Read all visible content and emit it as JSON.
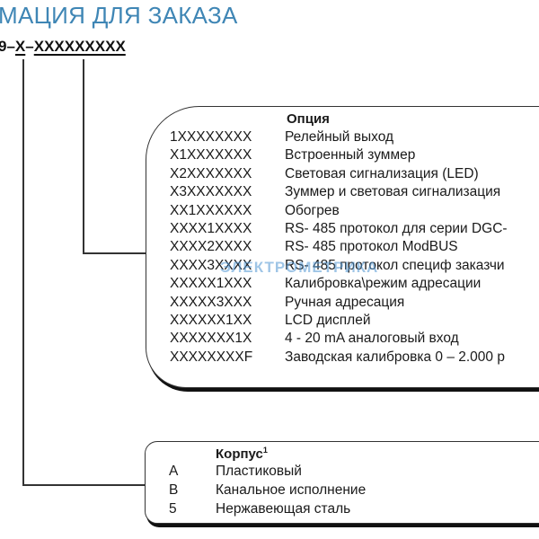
{
  "title": "МАЦИЯ ДЛЯ ЗАКАЗА",
  "code": {
    "prefix": "9–",
    "housing": "X",
    "sep": "–",
    "options": "XXXXXXXXX"
  },
  "options_box": {
    "header": "Опция",
    "rows": [
      {
        "code": "1XXXXXXXX",
        "desc": "Релейный выход"
      },
      {
        "code": "X1XXXXXXX",
        "desc": "Встроенный зуммер"
      },
      {
        "code": "X2XXXXXXX",
        "desc": "Световая сигнализация (LED)"
      },
      {
        "code": "X3XXXXXXX",
        "desc": "Зуммер и световая сигнализация"
      },
      {
        "code": "XX1XXXXXX",
        "desc": "Обогрев"
      },
      {
        "code": "XXXX1XXXX",
        "desc": "RS- 485 протокол для серии DGC-"
      },
      {
        "code": "XXXX2XXXX",
        "desc": "RS- 485 протокол ModBUS"
      },
      {
        "code": "XXXX3XXXX",
        "desc": "RS- 485 протокол специф заказчи"
      },
      {
        "code": "XXXXX1XXX",
        "desc": "Калибровка\\режим адресации"
      },
      {
        "code": "XXXXX3XXX",
        "desc": "Ручная адресация"
      },
      {
        "code": "XXXXXX1XX",
        "desc": "LCD дисплей"
      },
      {
        "code": "XXXXXXX1X",
        "desc": "4 - 20 mA аналоговый вход"
      },
      {
        "code": "XXXXXXXXF",
        "desc": "Заводская калибровка 0 – 2.000 р"
      }
    ]
  },
  "housing_box": {
    "header": "Корпус",
    "footnote": "1",
    "rows": [
      {
        "code": "A",
        "desc": "Пластиковый"
      },
      {
        "code": "B",
        "desc": "Канальное исполнение"
      },
      {
        "code": "5",
        "desc": "Нержавеющая сталь"
      }
    ]
  },
  "watermark": "ЭЛЕКТРОМЕТРИКА"
}
